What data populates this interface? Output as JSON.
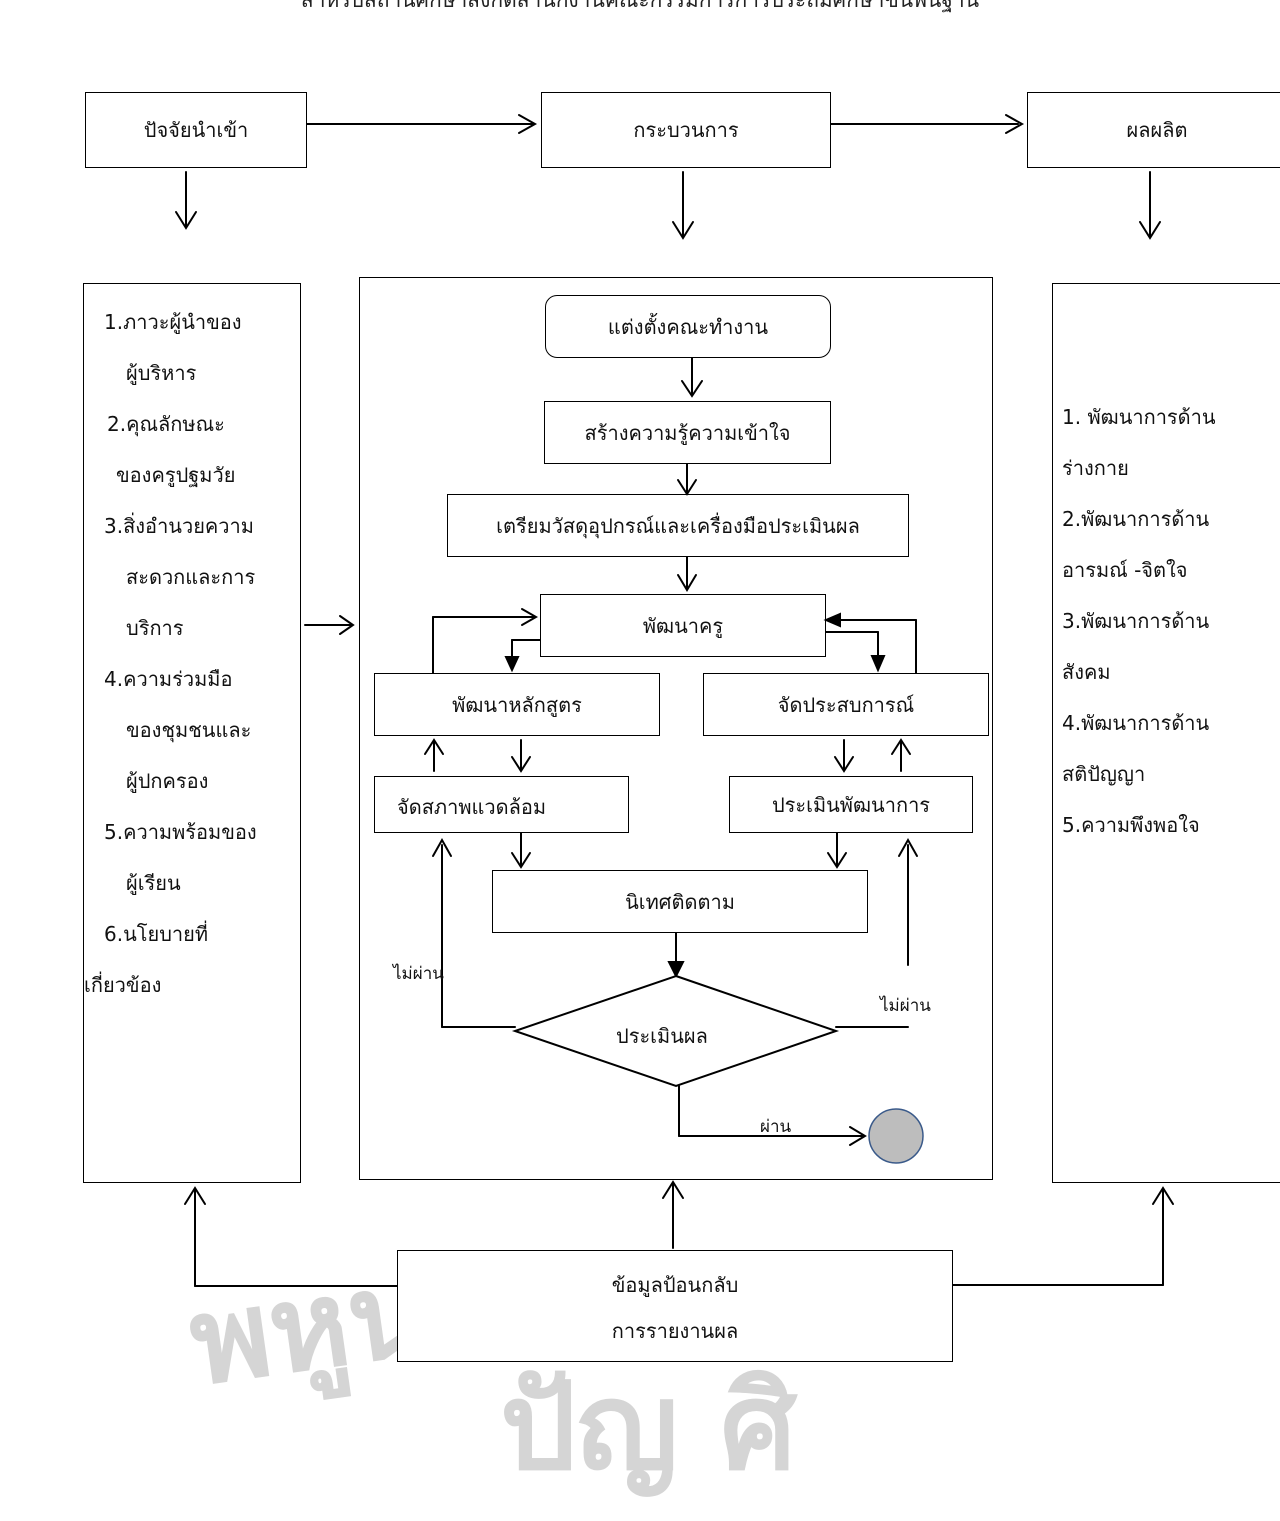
{
  "header": "สำหรับสถานศึกษาสังกัดสำนักงานคณะกรรมการการประถมศึกษาขั้นพื้นฐาน",
  "top": {
    "input": "ปัจจัยนำเข้า",
    "process": "กระบวนการ",
    "output": "ผลผลิต"
  },
  "inputs": [
    "1.ภาวะผู้นำของ",
    "ผู้บริหาร",
    "2.คุณลักษณะ",
    "ของครูปฐมวัย",
    "3.สิ่งอำนวยความ",
    "สะดวกและการ",
    "บริการ",
    "4.ความร่วมมือ",
    "ของชุมชนและ",
    "ผู้ปกครอง",
    "5.ความพร้อมของ",
    "ผู้เรียน",
    "6.นโยบายที่",
    "เกี่ยวข้อง"
  ],
  "outputs": [
    "1. พัฒนาการด้าน",
    "ร่างกาย",
    "2.พัฒนาการด้าน",
    "อารมณ์  -จิตใจ",
    "3.พัฒนาการด้าน",
    "สังคม",
    "4.พัฒนาการด้าน",
    "สติปัญญา",
    "5.ความพึงพอใจ"
  ],
  "process": {
    "appoint": "แต่งตั้งคณะทำงาน",
    "understanding": "สร้างความรู้ความเข้าใจ",
    "prepare": "เตรียมวัสดุอุปกรณ์และเครื่องมือประเมินผล",
    "teacher_dev": "พัฒนาครู",
    "curriculum": "พัฒนาหลักสูตร",
    "experience": "จัดประสบการณ์",
    "environment": "จัดสภาพแวดล้อม",
    "assess_dev": "ประเมินพัฒนาการ",
    "supervise": "นิเทศติดตาม",
    "evaluate": "ประเมินผล",
    "fail_left": "ไม่ผ่าน",
    "fail_right": "ไม่ผ่าน",
    "pass": "ผ่าน"
  },
  "feedback": {
    "line1": "ข้อมูลป้อนกลับ",
    "line2": "การรายงานผล"
  }
}
